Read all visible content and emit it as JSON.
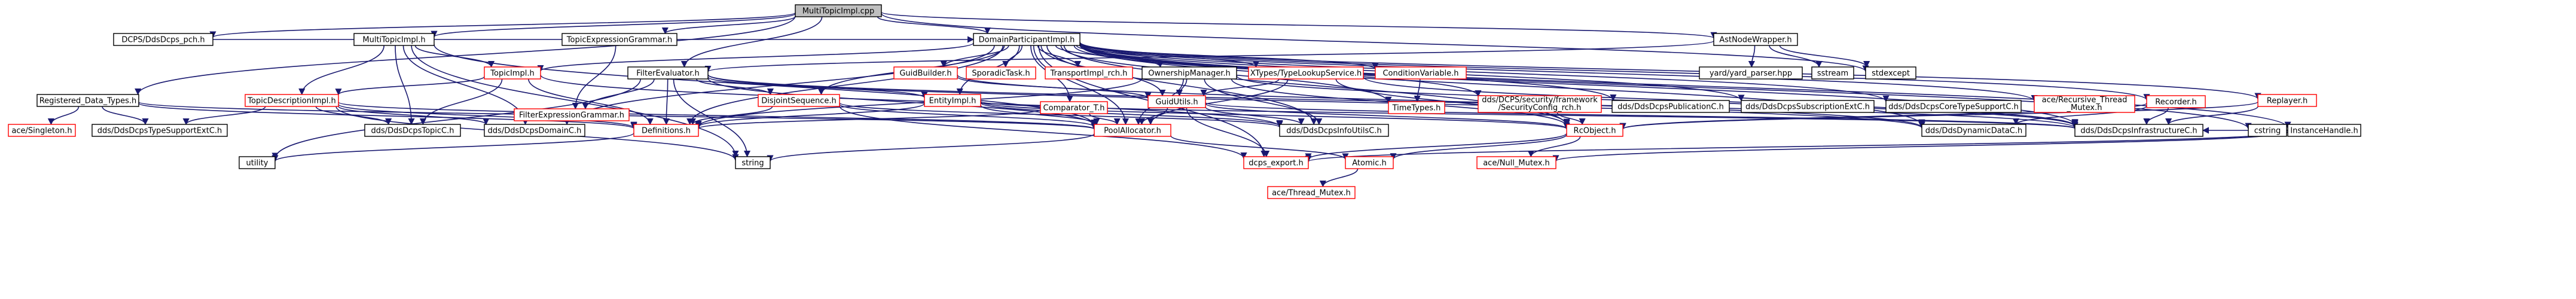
{
  "colors": {
    "edge": "#191970",
    "root_fill": "#bfbfbf",
    "root_border": "#000000",
    "plain_border": "#000000",
    "link_border": "#ff0000",
    "node_fill": "#ffffff"
  },
  "nodes": [
    {
      "id": "root",
      "label": "MultiTopicImpl.cpp",
      "kind": "root"
    },
    {
      "id": "pch",
      "label": "DCPS/DdsDcps_pch.h",
      "kind": "plain"
    },
    {
      "id": "mti",
      "label": "MultiTopicImpl.h",
      "kind": "plain"
    },
    {
      "id": "teg",
      "label": "TopicExpressionGrammar.h",
      "kind": "plain"
    },
    {
      "id": "dpi",
      "label": "DomainParticipantImpl.h",
      "kind": "plain"
    },
    {
      "id": "anw",
      "label": "AstNodeWrapper.h",
      "kind": "plain"
    },
    {
      "id": "fe",
      "label": "FilterEvaluator.h",
      "kind": "plain"
    },
    {
      "id": "ti",
      "label": "TopicImpl.h",
      "kind": "link"
    },
    {
      "id": "gb",
      "label": "GuidBuilder.h",
      "kind": "link"
    },
    {
      "id": "st",
      "label": "SporadicTask.h",
      "kind": "link"
    },
    {
      "id": "trh",
      "label": "TransportImpl_rch.h",
      "kind": "link"
    },
    {
      "id": "om",
      "label": "OwnershipManager.h",
      "kind": "plain"
    },
    {
      "id": "xts",
      "label": "XTypes/TypeLookupService.h",
      "kind": "link"
    },
    {
      "id": "cv",
      "label": "ConditionVariable.h",
      "kind": "link"
    },
    {
      "id": "sec",
      "label": "dds/DCPS/security/framework/SecurityConfig_rch.h",
      "kind": "link"
    },
    {
      "id": "pubc",
      "label": "dds/DdsDcpsPublicationC.h",
      "kind": "plain"
    },
    {
      "id": "subc",
      "label": "dds/DdsDcpsSubscriptionExtC.h",
      "kind": "plain"
    },
    {
      "id": "ctsc",
      "label": "dds/DdsDcpsCoreTypeSupportC.h",
      "kind": "plain"
    },
    {
      "id": "rtm",
      "label": "ace/Recursive_Thread_Mutex.h",
      "kind": "link"
    },
    {
      "id": "rec",
      "label": "Recorder.h",
      "kind": "link"
    },
    {
      "id": "rep",
      "label": "Replayer.h",
      "kind": "link"
    },
    {
      "id": "yard",
      "label": "yard/yard_parser.hpp",
      "kind": "plain"
    },
    {
      "id": "sstream",
      "label": "sstream",
      "kind": "plain"
    },
    {
      "id": "stdexcept",
      "label": "stdexcept",
      "kind": "plain"
    },
    {
      "id": "ih",
      "label": "InstanceHandle.h",
      "kind": "plain"
    },
    {
      "id": "rdt",
      "label": "Registered_Data_Types.h",
      "kind": "plain"
    },
    {
      "id": "tdi",
      "label": "TopicDescriptionImpl.h",
      "kind": "link"
    },
    {
      "id": "feg",
      "label": "FilterExpressionGrammar.h",
      "kind": "link"
    },
    {
      "id": "ds",
      "label": "DisjointSequence.h",
      "kind": "link"
    },
    {
      "id": "ei",
      "label": "EntityImpl.h",
      "kind": "link"
    },
    {
      "id": "ct",
      "label": "Comparator_T.h",
      "kind": "link"
    },
    {
      "id": "gu",
      "label": "GuidUtils.h",
      "kind": "link"
    },
    {
      "id": "tt",
      "label": "TimeTypes.h",
      "kind": "link"
    },
    {
      "id": "dyn",
      "label": "dds/DdsDynamicDataC.h",
      "kind": "plain"
    },
    {
      "id": "singleton",
      "label": "ace/Singleton.h",
      "kind": "link"
    },
    {
      "id": "tsec",
      "label": "dds/DdsDcpsTypeSupportExtC.h",
      "kind": "plain"
    },
    {
      "id": "topc",
      "label": "dds/DdsDcpsTopicC.h",
      "kind": "plain"
    },
    {
      "id": "domc",
      "label": "dds/DdsDcpsDomainC.h",
      "kind": "plain"
    },
    {
      "id": "defs",
      "label": "Definitions.h",
      "kind": "link"
    },
    {
      "id": "pa",
      "label": "PoolAllocator.h",
      "kind": "link"
    },
    {
      "id": "infoc",
      "label": "dds/DdsDcpsInfoUtilsC.h",
      "kind": "plain"
    },
    {
      "id": "rco",
      "label": "RcObject.h",
      "kind": "link"
    },
    {
      "id": "infrc",
      "label": "dds/DdsDcpsInfrastructureC.h",
      "kind": "plain"
    },
    {
      "id": "cstring",
      "label": "cstring",
      "kind": "plain"
    },
    {
      "id": "utility",
      "label": "utility",
      "kind": "plain"
    },
    {
      "id": "string",
      "label": "string",
      "kind": "plain"
    },
    {
      "id": "export",
      "label": "dcps_export.h",
      "kind": "link"
    },
    {
      "id": "atomic",
      "label": "Atomic.h",
      "kind": "link"
    },
    {
      "id": "nullm",
      "label": "ace/Null_Mutex.h",
      "kind": "link"
    },
    {
      "id": "thm",
      "label": "ace/Thread_Mutex.h",
      "kind": "link"
    }
  ],
  "edges": [
    [
      "root",
      "pch"
    ],
    [
      "root",
      "mti"
    ],
    [
      "root",
      "teg"
    ],
    [
      "root",
      "dpi"
    ],
    [
      "root",
      "fe"
    ],
    [
      "root",
      "rdt"
    ],
    [
      "root",
      "anw"
    ],
    [
      "root",
      "stdexcept"
    ],
    [
      "mti",
      "tdi"
    ],
    [
      "mti",
      "ti"
    ],
    [
      "mti",
      "topc"
    ],
    [
      "mti",
      "pa"
    ],
    [
      "mti",
      "domc"
    ],
    [
      "mti",
      "string"
    ],
    [
      "teg",
      "feg"
    ],
    [
      "dpi",
      "defs"
    ],
    [
      "dpi",
      "ti"
    ],
    [
      "dpi",
      "ei"
    ],
    [
      "dpi",
      "gb"
    ],
    [
      "dpi",
      "st"
    ],
    [
      "dpi",
      "trh"
    ],
    [
      "dpi",
      "om"
    ],
    [
      "dpi",
      "xts"
    ],
    [
      "dpi",
      "cv"
    ],
    [
      "dpi",
      "tt"
    ],
    [
      "dpi",
      "sec"
    ],
    [
      "dpi",
      "pubc"
    ],
    [
      "dpi",
      "subc"
    ],
    [
      "dpi",
      "ctsc"
    ],
    [
      "dpi",
      "rtm"
    ],
    [
      "dpi",
      "rec"
    ],
    [
      "dpi",
      "rep"
    ],
    [
      "dpi",
      "ih"
    ],
    [
      "dpi",
      "domc"
    ],
    [
      "dpi",
      "infrc"
    ],
    [
      "dpi",
      "infoc"
    ],
    [
      "dpi",
      "pa"
    ],
    [
      "dpi",
      "ds"
    ],
    [
      "dpi",
      "gu"
    ],
    [
      "dpi",
      "ct"
    ],
    [
      "dpi",
      "dyn"
    ],
    [
      "dpi",
      "rco"
    ],
    [
      "dpi",
      "export"
    ],
    [
      "dpi",
      "cstring"
    ],
    [
      "anw",
      "fe"
    ],
    [
      "anw",
      "yard"
    ],
    [
      "anw",
      "sstream"
    ],
    [
      "anw",
      "stdexcept"
    ],
    [
      "fe",
      "feg"
    ],
    [
      "fe",
      "ds"
    ],
    [
      "fe",
      "ei"
    ],
    [
      "fe",
      "defs"
    ],
    [
      "fe",
      "pa"
    ],
    [
      "fe",
      "dyn"
    ],
    [
      "fe",
      "infrc"
    ],
    [
      "fe",
      "utility"
    ],
    [
      "fe",
      "string"
    ],
    [
      "ti",
      "tdi"
    ],
    [
      "ti",
      "topc"
    ],
    [
      "ti",
      "defs"
    ],
    [
      "ti",
      "infoc"
    ],
    [
      "gb",
      "gu"
    ],
    [
      "gb",
      "dyn"
    ],
    [
      "om",
      "gu"
    ],
    [
      "om",
      "infoc"
    ],
    [
      "om",
      "pa"
    ],
    [
      "om",
      "defs"
    ],
    [
      "om",
      "rco"
    ],
    [
      "om",
      "infrc"
    ],
    [
      "xts",
      "gu"
    ],
    [
      "xts",
      "rco"
    ],
    [
      "xts",
      "pa"
    ],
    [
      "xts",
      "infrc"
    ],
    [
      "cv",
      "tt"
    ],
    [
      "rec",
      "rco"
    ],
    [
      "rec",
      "dyn"
    ],
    [
      "rec",
      "infrc"
    ],
    [
      "rep",
      "rco"
    ],
    [
      "rep",
      "infrc"
    ],
    [
      "ih",
      "infrc"
    ],
    [
      "ih",
      "export"
    ],
    [
      "ih",
      "nullm"
    ],
    [
      "ih",
      "cstring"
    ],
    [
      "rdt",
      "singleton"
    ],
    [
      "rdt",
      "tsec"
    ],
    [
      "rdt",
      "defs"
    ],
    [
      "rdt",
      "pa"
    ],
    [
      "tdi",
      "topc"
    ],
    [
      "tdi",
      "tsec"
    ],
    [
      "tdi",
      "defs"
    ],
    [
      "tdi",
      "domc"
    ],
    [
      "tdi",
      "pa"
    ],
    [
      "tdi",
      "string"
    ],
    [
      "ds",
      "defs"
    ],
    [
      "ds",
      "pa"
    ],
    [
      "ds",
      "infoc"
    ],
    [
      "ds",
      "export"
    ],
    [
      "ei",
      "defs"
    ],
    [
      "ei",
      "pa"
    ],
    [
      "ei",
      "infoc"
    ],
    [
      "ei",
      "rco"
    ],
    [
      "ei",
      "infrc"
    ],
    [
      "ct",
      "defs"
    ],
    [
      "ct",
      "pa"
    ],
    [
      "gu",
      "pa"
    ],
    [
      "gu",
      "rco"
    ],
    [
      "gu",
      "infoc"
    ],
    [
      "gu",
      "export"
    ],
    [
      "gu",
      "infrc"
    ],
    [
      "defs",
      "utility"
    ],
    [
      "pa",
      "string"
    ],
    [
      "pa",
      "atomic"
    ],
    [
      "rco",
      "export"
    ],
    [
      "rco",
      "atomic"
    ],
    [
      "rco",
      "nullm"
    ],
    [
      "atomic",
      "thm"
    ],
    [
      "sec",
      "rco"
    ],
    [
      "pch",
      "dpi"
    ]
  ]
}
